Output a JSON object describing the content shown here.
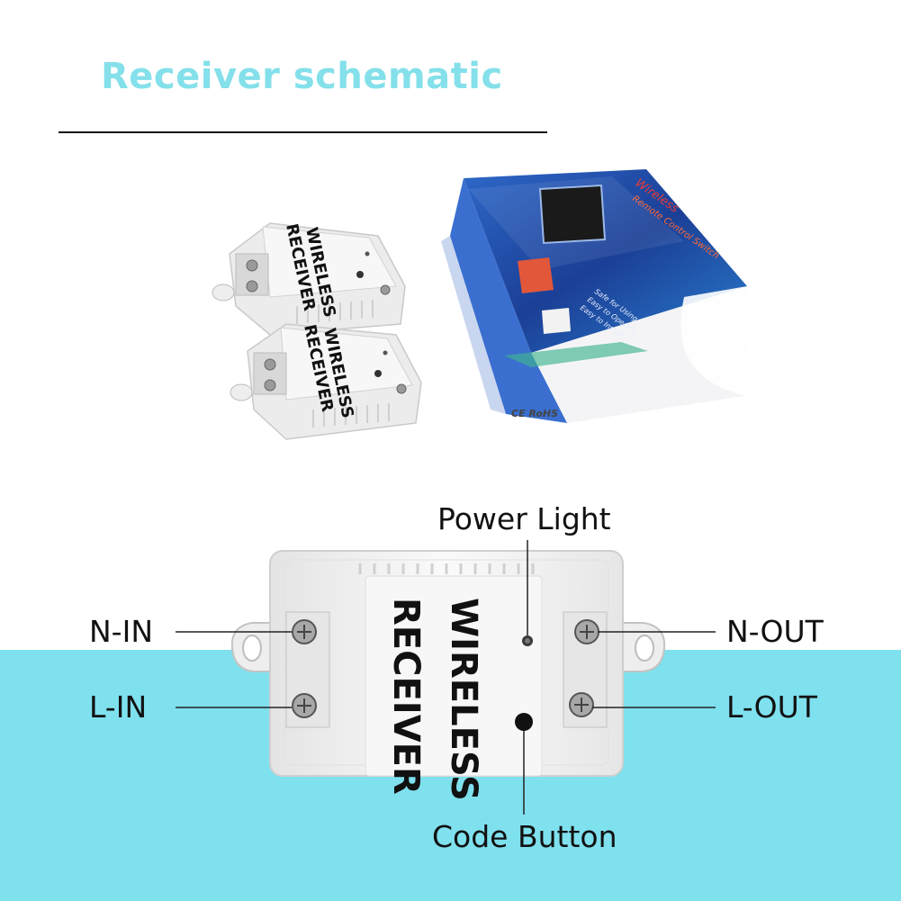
{
  "title": "Receiver schematic",
  "product": {
    "device_text_line1": "WIRELESS",
    "device_text_line2": "RECEIVER",
    "box_text_line1": "Wireless",
    "box_text_line2": "Remote Control Switch",
    "box_features": [
      "Safe for Using",
      "Easy to Operate",
      "Easy to Install"
    ],
    "box_marks": "CE RoHS"
  },
  "labels": {
    "power_light": "Power Light",
    "code_button": "Code Button",
    "n_in": "N-IN",
    "l_in": "L-IN",
    "n_out": "N-OUT",
    "l_out": "L-OUT"
  },
  "colors": {
    "accent_title": "#84e0ea",
    "band": "#7fe0ee",
    "box_blue": "#1f4fa8",
    "device_white": "#f2f2f2"
  }
}
